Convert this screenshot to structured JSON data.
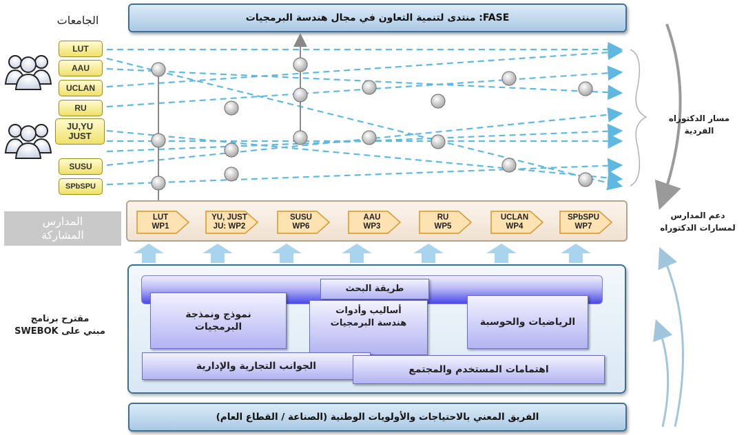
{
  "top_bar": "FASE: منتدى لتنمية التعاون في مجال هندسة البرمجيات",
  "bottom_bar": "الفريق المعني بالاحتياجات والأولويات الوطنية (الصناعة / القطاع العام)",
  "universities": {
    "title": "الجامعات",
    "items": [
      "LUT",
      "AAU",
      "UCLAN",
      "RU",
      "JU,YU\nJUST",
      "SUSU",
      "SPbSPU"
    ]
  },
  "schools": {
    "label": "المدارس\nالمشاركة",
    "items": [
      {
        "line1": "LUT",
        "line2": "WP1"
      },
      {
        "line1": "YU, JUST",
        "line2": "JU: WP2"
      },
      {
        "line1": "SUSU",
        "line2": "WP6"
      },
      {
        "line1": "AAU",
        "line2": "WP3"
      },
      {
        "line1": "RU",
        "line2": "WP5"
      },
      {
        "line1": "UCLAN",
        "line2": "WP4"
      },
      {
        "line1": "SPbSPU",
        "line2": "WP7"
      }
    ]
  },
  "right_labels": {
    "path": "مسار الدكتوراه\nالفردية",
    "support": "دعم المدارس\nلمسارات الدكتوراه"
  },
  "left_program_label": "مقترح برنامج\nمبني على SWEBOK",
  "program": {
    "research": "طريقة البحث",
    "modeling": "نموذج ونمذجة\nالبرمجيات",
    "methods": "أساليب وأدوات\nهندسة البرمجيات",
    "math": "الرياضيات والحوسبة",
    "business": "الجوانب التجارية والإدارية",
    "user": "اهتمامات المستخدم والمجتمع"
  },
  "colors": {
    "arrow_dash": "#5fb8df",
    "up_arrow": "#a8d4ee",
    "bar_border": "#3f6f95"
  }
}
